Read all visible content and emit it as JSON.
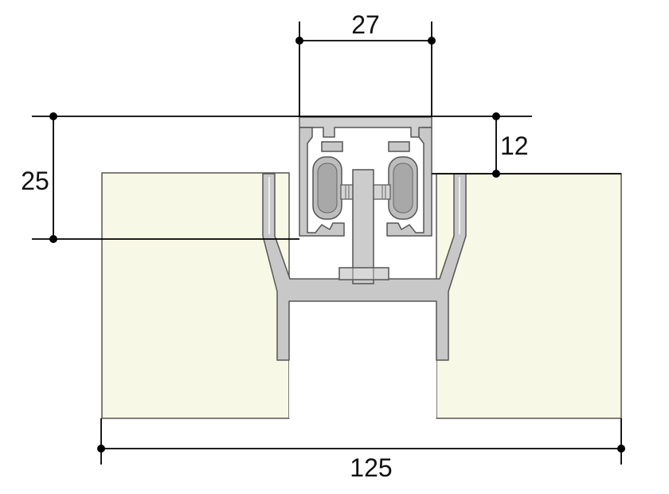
{
  "dimensions": {
    "track_width": "27",
    "track_height": "25",
    "track_projection": "12",
    "overall_width": "125"
  },
  "colors": {
    "wall": "#f8f8e6",
    "aluminum": "#c8c8c8",
    "aluminum_light": "#e2e2e2",
    "roller": "#bdbdbd",
    "line": "#000000",
    "outline": "#555555"
  }
}
